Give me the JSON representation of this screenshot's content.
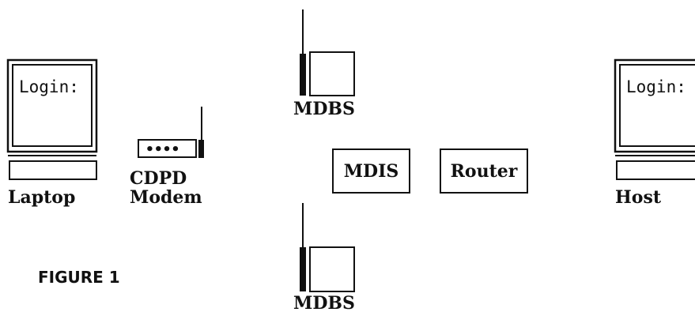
{
  "laptop": {
    "screen_text": "Login:",
    "label": "Laptop"
  },
  "modem": {
    "label_line1": "CDPD",
    "label_line2": "Modem",
    "dots": "••••"
  },
  "mdbs_top": {
    "label": "MDBS"
  },
  "mdbs_bottom": {
    "label": "MDBS"
  },
  "mdis": {
    "label": "MDIS"
  },
  "router": {
    "label": "Router"
  },
  "host": {
    "screen_text": "Login:",
    "label": "Host"
  },
  "figure_caption": "FIGURE 1"
}
